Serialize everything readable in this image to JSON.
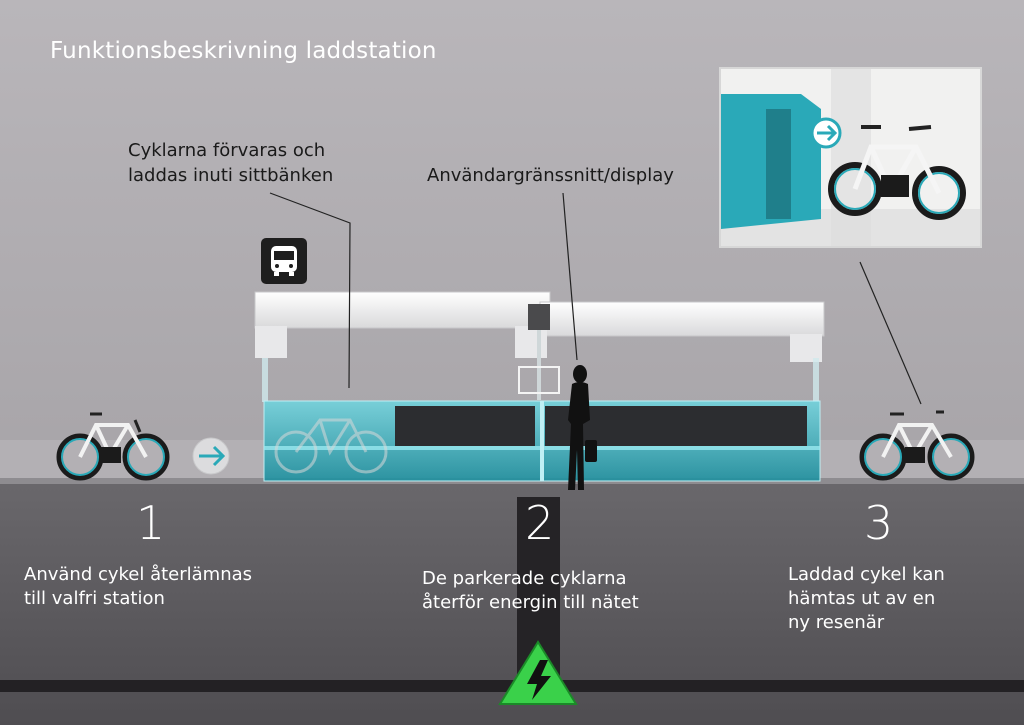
{
  "title": "Funktionsbeskrivning laddstation",
  "callouts": {
    "storage": {
      "line1": "Cyklarna förvaras och",
      "line2": "laddas inuti sittbänken"
    },
    "display": "Användargränssnitt/display"
  },
  "steps": [
    {
      "number": "1",
      "line1": "Använd cykel återlämnas",
      "line2": "till valfri station"
    },
    {
      "number": "2",
      "line1": "De parkerade cyklarna",
      "line2": "återför energin till nätet"
    },
    {
      "number": "3",
      "line1": "Laddad cykel kan",
      "line2": "hämtas ut av en",
      "line3": "ny resenär"
    }
  ],
  "icons": {
    "bus": "bus-stop-icon",
    "arrow": "arrow-right-icon",
    "power": "high-voltage-icon"
  },
  "colors": {
    "teal": "#2aa9b8",
    "ground": "#5a585c",
    "power_green": "#3ad14a"
  }
}
